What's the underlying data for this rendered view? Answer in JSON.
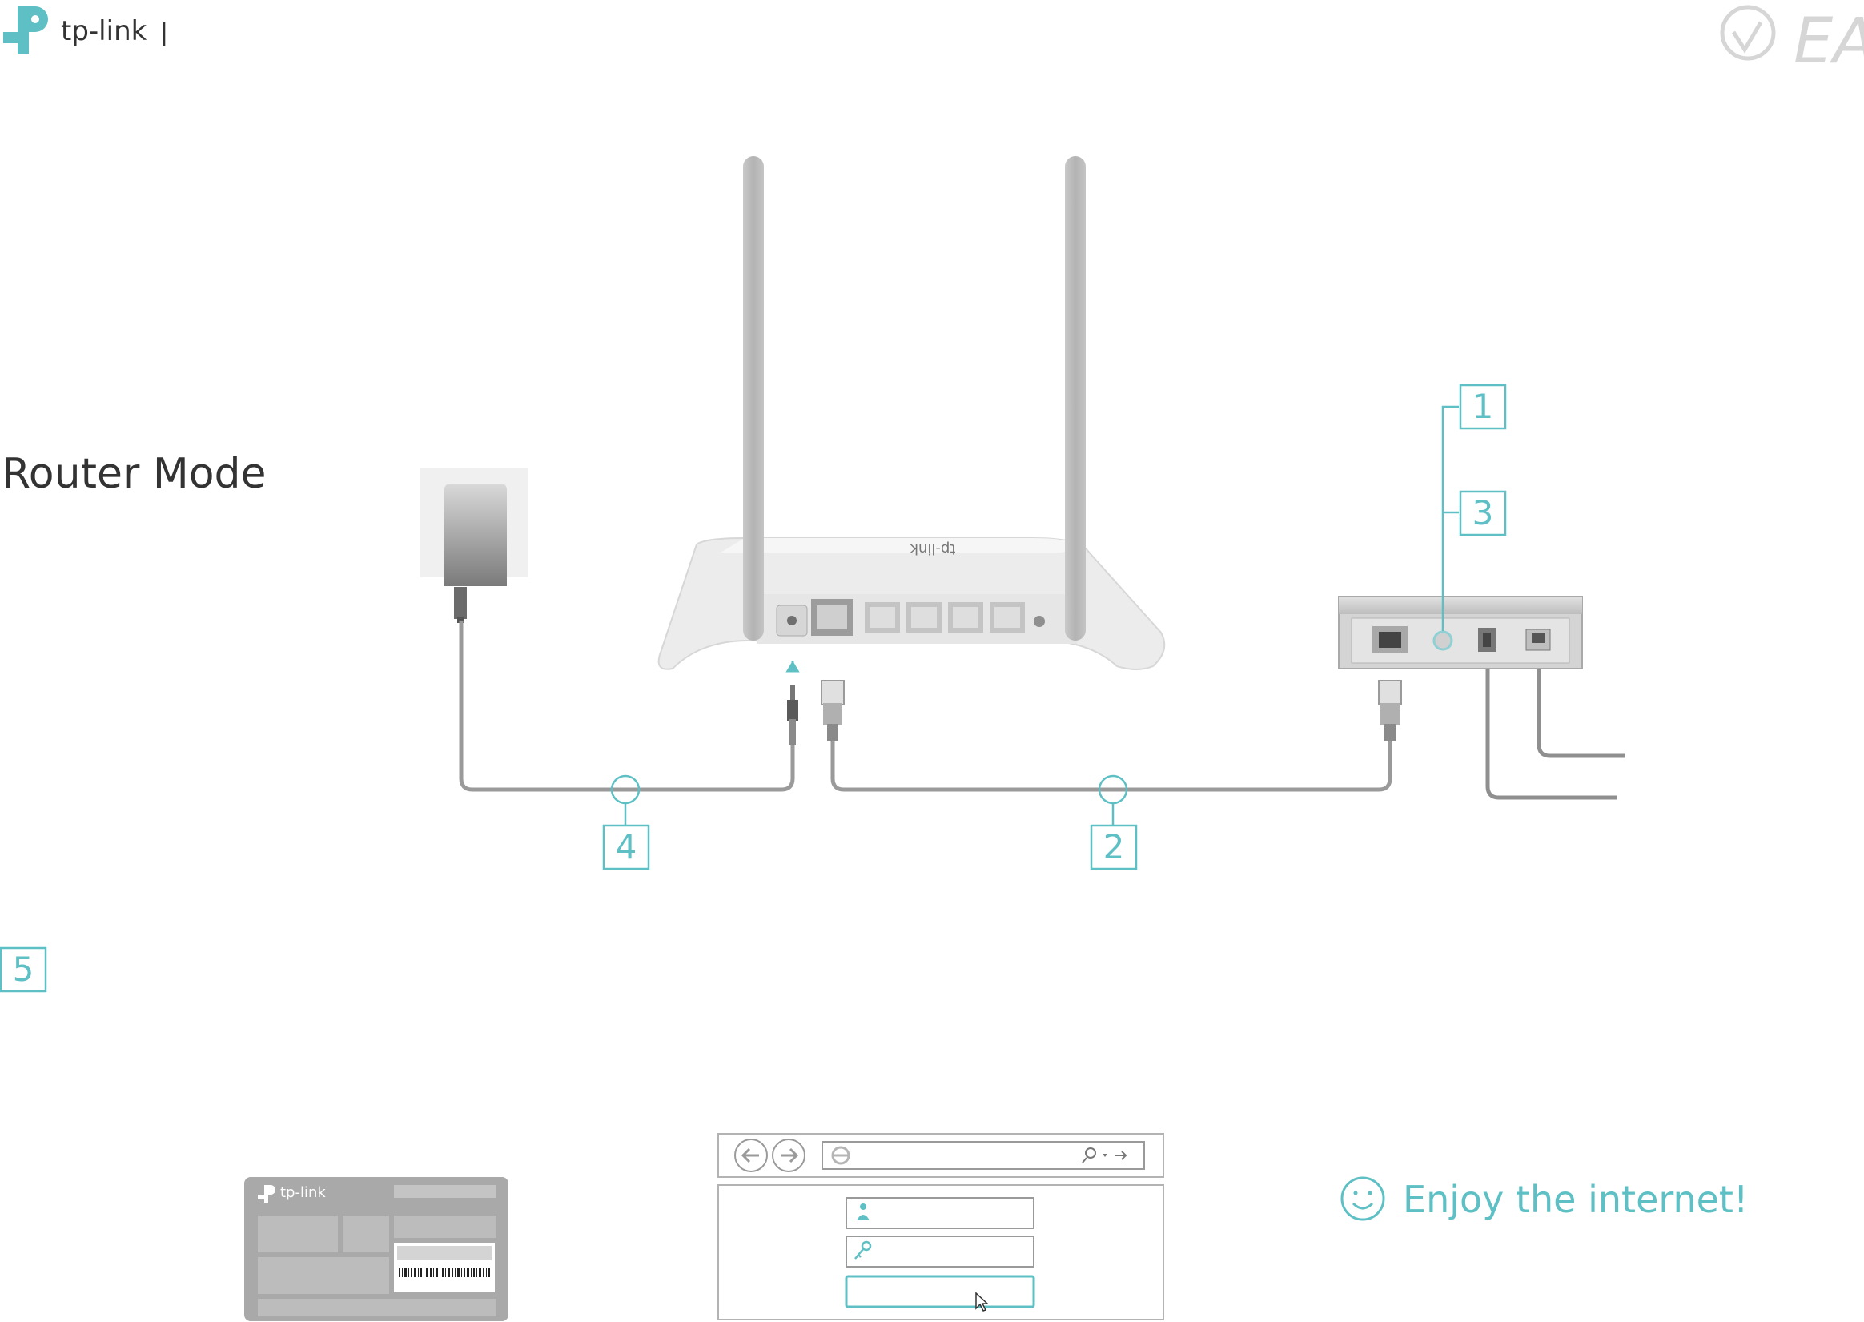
{
  "brand": {
    "logo_text": "tp-link",
    "separator": "|"
  },
  "cert_mark": {
    "text": "EAC"
  },
  "title": "Router Mode",
  "router": {
    "top_logo": "tp-link"
  },
  "steps": {
    "step1": "1",
    "step2": "2",
    "step3": "3",
    "step4": "4",
    "step5": "5"
  },
  "label_card": {
    "logo_text": "tp-link"
  },
  "enjoy": {
    "text": "Enjoy the internet!"
  },
  "colors": {
    "accent": "#5ec0c4",
    "gray": "#9a9a9a",
    "dark": "#333333"
  },
  "icons": [
    "tp-link-logo-icon",
    "eac-mark-icon",
    "back-arrow-icon",
    "forward-arrow-icon",
    "browser-e-icon",
    "search-icon",
    "user-icon",
    "key-icon",
    "cursor-icon",
    "smiley-icon"
  ]
}
